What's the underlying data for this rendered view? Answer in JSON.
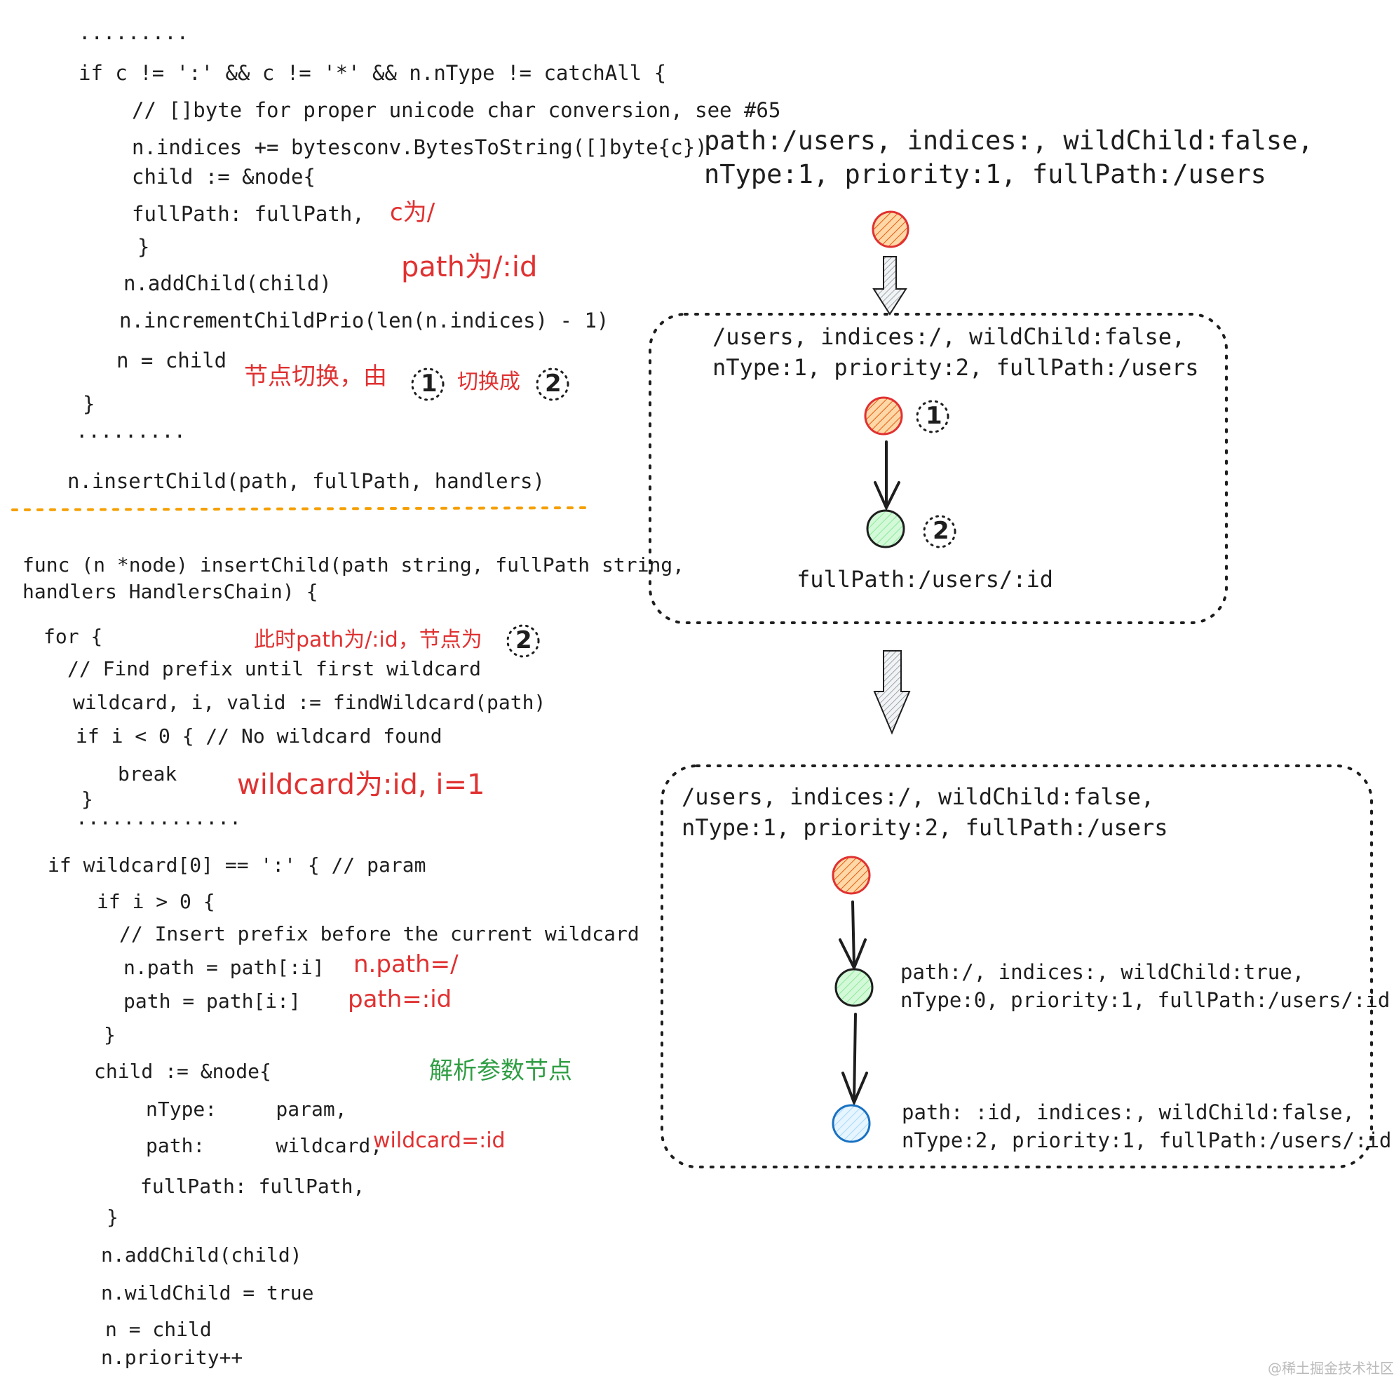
{
  "code_top": [
    "·········",
    "if c != ':' && c != '*' && n.nType != catchAll {",
    "// []byte for proper unicode char conversion, see #65",
    "n.indices += bytesconv.BytesToString([]byte{c})",
    "child := &node{",
    "fullPath: fullPath,",
    "}",
    "n.addChild(child)",
    "n.incrementChildPrio(len(n.indices) - 1)",
    "n = child",
    "}",
    "·········",
    "n.insertChild(path, fullPath, handlers)"
  ],
  "code_bottom": [
    "func (n *node) insertChild(path string, fullPath string,",
    "handlers HandlersChain) {",
    "for {",
    "// Find prefix until first wildcard",
    "wildcard, i, valid := findWildcard(path)",
    "if i < 0 { // No wildcard found",
    "break",
    "}",
    "··············",
    "if wildcard[0] == ':' { // param",
    "if i > 0 {",
    "// Insert prefix before the current wildcard",
    "n.path = path[:i]",
    "path = path[i:]",
    "}",
    "child := &node{",
    "nType:     param,",
    "path:      wildcard,",
    "fullPath: fullPath,",
    "}",
    "n.addChild(child)",
    "n.wildChild = true",
    "n = child",
    "n.priority++"
  ],
  "annotations": {
    "c_is": "c为/",
    "path_is": "path为/:id",
    "switch_from": "节点切换，由",
    "switch_to": "切换成",
    "path_now": "此时path为/:id，节点为",
    "wildcard_is": "wildcard为:id, i=1",
    "npath_eq": "n.path=/",
    "path_eq": "path=:id",
    "parse_param": "解析参数节点",
    "wildcard_eq": "wildcard=:id"
  },
  "badges": {
    "one": "1",
    "two": "2"
  },
  "diagram": {
    "top_node": {
      "line1": "path:/users, indices:, wildChild:false,",
      "line2": "nType:1, priority:1, fullPath:/users"
    },
    "box1": {
      "line1": "/users, indices:/, wildChild:false,",
      "line2": "nType:1, priority:2, fullPath:/users",
      "child_fullpath": "fullPath:/users/:id"
    },
    "box2": {
      "line1": "/users, indices:/, wildChild:false,",
      "line2": "nType:1, priority:2, fullPath:/users",
      "mid_line1": "path:/, indices:, wildChild:true,",
      "mid_line2": "nType:0, priority:1, fullPath:/users/:id",
      "leaf_line1": "path: :id, indices:, wildChild:false,",
      "leaf_line2": "nType:2, priority:1, fullPath:/users/:id"
    },
    "colors": {
      "orange": "#f08c00",
      "orange_fill": "#ffc9a6",
      "red_stroke": "#e03131",
      "green": "#2f9e44",
      "green_fill": "#b2f2bb",
      "blue": "#1971c2",
      "blue_fill": "#a5d8ff",
      "separator": "#f59f00"
    }
  },
  "watermark": "@稀土掘金技术社区"
}
